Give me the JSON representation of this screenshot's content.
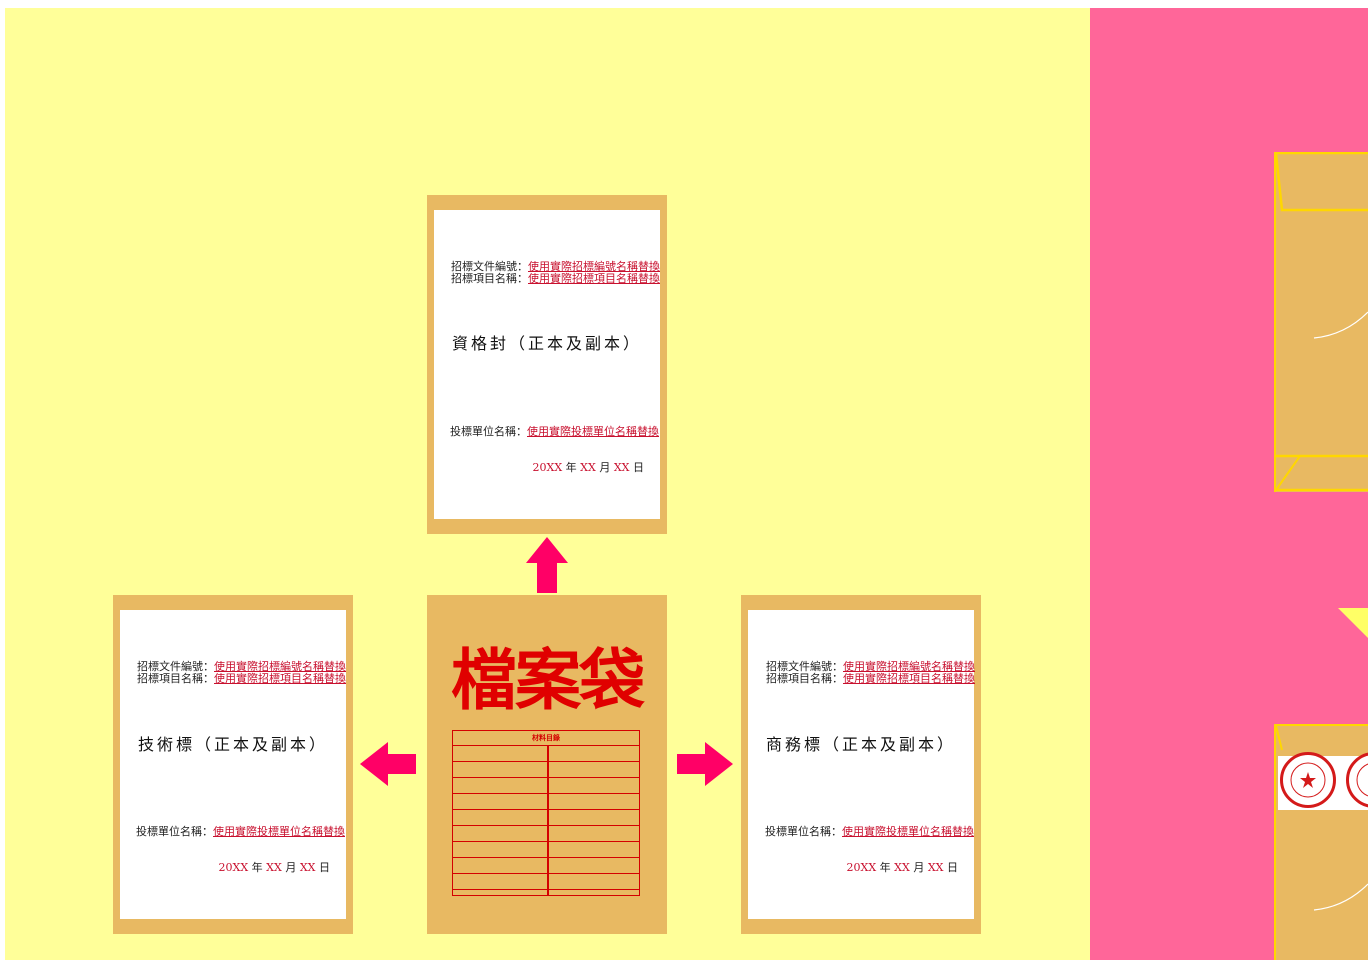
{
  "center_folder": {
    "title": "檔案袋",
    "table_header": "材料目錄",
    "table_rows": 10
  },
  "docs": {
    "top": {
      "label_code": "招標文件編號：",
      "value_code": "使用實際招標編號名稱替換",
      "label_name": "招標項目名稱：",
      "value_name": "使用實際招標項目名稱替換",
      "title": "資格封（正本及副本）",
      "label_bidder": "投標單位名稱：",
      "value_bidder": "使用實際投標單位名稱替換",
      "date_y": "20XX",
      "date_ylabel": "年",
      "date_m": "XX",
      "date_mlabel": "月",
      "date_d": "XX",
      "date_dlabel": "日"
    },
    "left": {
      "label_code": "招標文件編號：",
      "value_code": "使用實際招標編號名稱替換",
      "label_name": "招標項目名稱：",
      "value_name": "使用實際招標項目名稱替換",
      "title": "技術標（正本及副本）",
      "label_bidder": "投標單位名稱：",
      "value_bidder": "使用實際投標單位名稱替換",
      "date_y": "20XX",
      "date_ylabel": "年",
      "date_m": "XX",
      "date_mlabel": "月",
      "date_d": "XX",
      "date_dlabel": "日"
    },
    "right": {
      "label_code": "招標文件編號：",
      "value_code": "使用實際招標編號名稱替換",
      "label_name": "招標項目名稱：",
      "value_name": "使用實際招標項目名稱替換",
      "title": "商務標（正本及副本）",
      "label_bidder": "投標單位名稱：",
      "value_bidder": "使用實際投標單位名稱替換",
      "date_y": "20XX",
      "date_ylabel": "年",
      "date_m": "XX",
      "date_mlabel": "月",
      "date_d": "XX",
      "date_dlabel": "日"
    }
  },
  "colors": {
    "background_left": "#ffff99",
    "background_right": "#ff6699",
    "card": "#e8b962",
    "arrow": "#ff0066",
    "accent_red": "#c8102e"
  },
  "icons": {
    "arrow_up": "arrow-up-icon",
    "arrow_left": "arrow-left-icon",
    "arrow_right": "arrow-right-icon",
    "stamp": "seal-stamp-icon"
  }
}
